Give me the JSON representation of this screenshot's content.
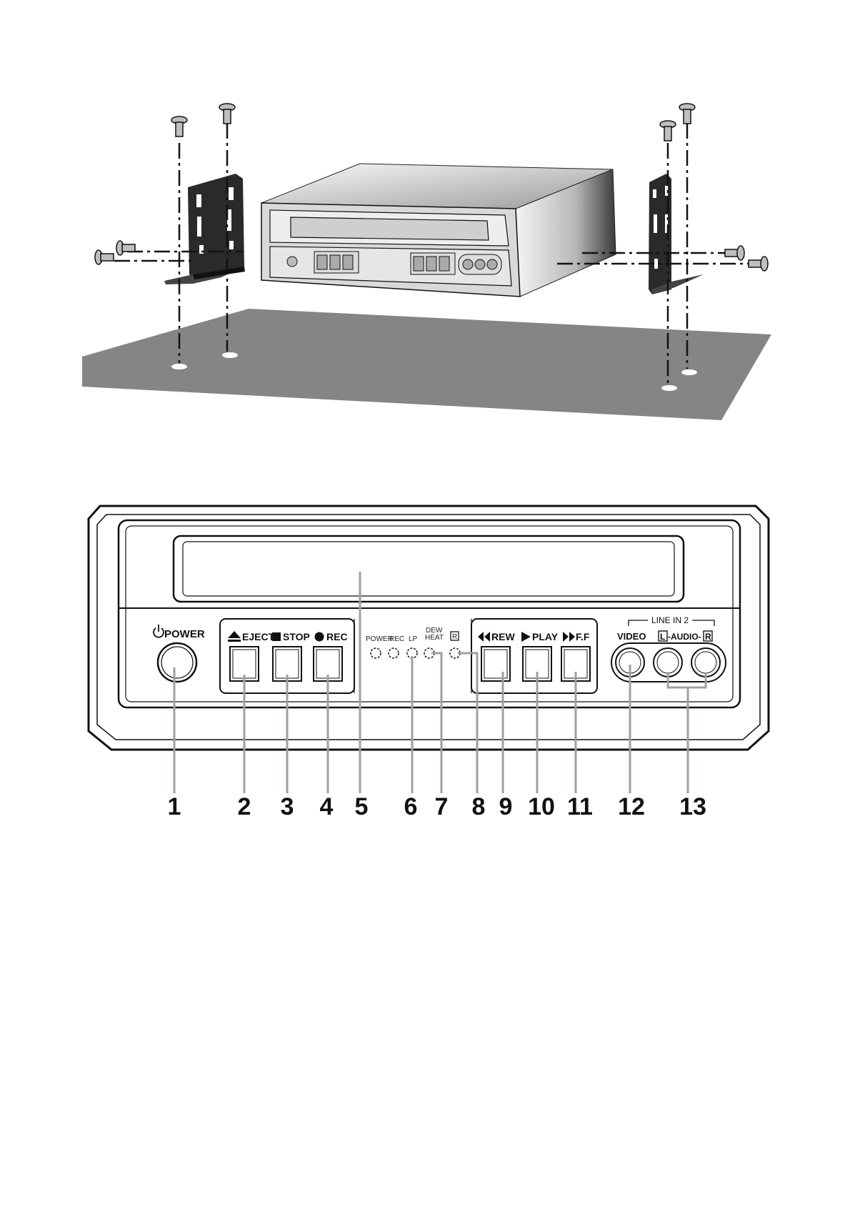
{
  "front_panel": {
    "power_label": "POWER",
    "eject_label": "EJECT",
    "stop_label": "STOP",
    "rec_label": "REC",
    "rew_label": "REW",
    "play_label": "PLAY",
    "ff_label": "F.F",
    "video_label": "VIDEO",
    "line_in_label": "LINE IN 2",
    "audio_label": "-AUDIO-",
    "audio_left": "L",
    "audio_right": "R",
    "indicators": {
      "power": "POWER",
      "rec": "REC",
      "lp": "LP",
      "dew": "DEW",
      "heat": "HEAT",
      "r": "R"
    }
  },
  "callouts": [
    "1",
    "2",
    "3",
    "4",
    "5",
    "6",
    "7",
    "8",
    "9",
    "10",
    "11",
    "12",
    "13"
  ],
  "colors": {
    "callout_line": "#9aa39c",
    "floor": "#858585",
    "bracket": "#2a2a2a",
    "outline": "#111111"
  }
}
